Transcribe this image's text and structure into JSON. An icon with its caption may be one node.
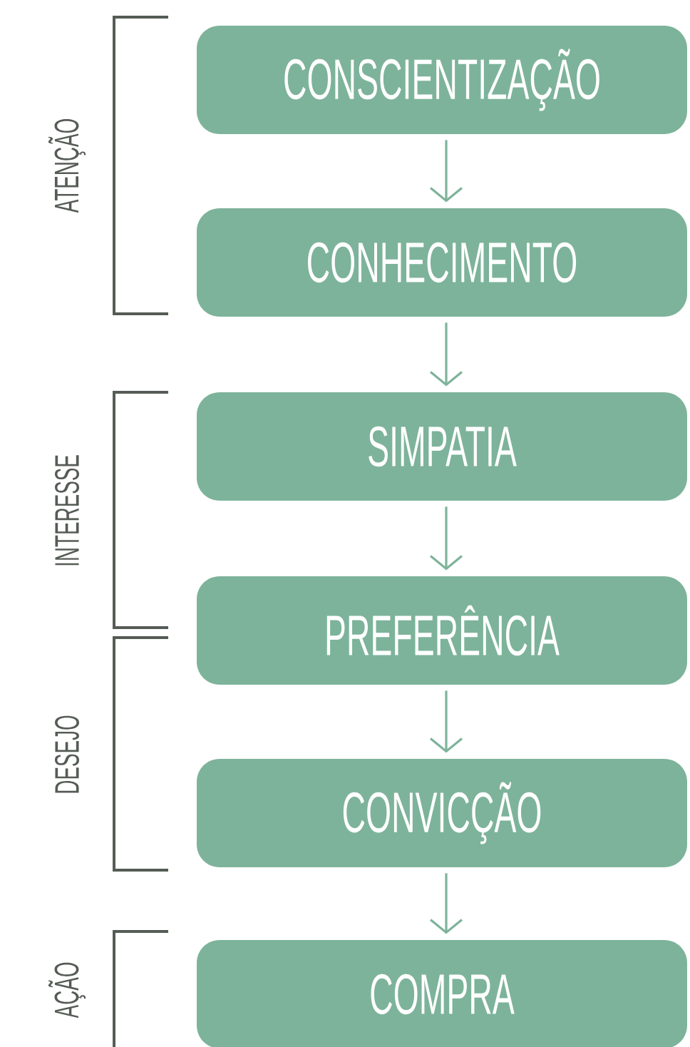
{
  "diagram": {
    "nodes": [
      {
        "text": [
          "CONSCIENTIZAÇÃO"
        ]
      },
      {
        "text": [
          "CONHECIMENTO"
        ]
      },
      {
        "text": [
          "SIMPATIA"
        ]
      },
      {
        "text": [
          "PREFERÊNCIA"
        ]
      },
      {
        "text": [
          "CONVICÇÃO"
        ]
      },
      {
        "text": [
          "COMPRA"
        ]
      }
    ],
    "edges": [
      {
        "from": 0,
        "to": 1,
        "arrow": "to"
      },
      {
        "from": 1,
        "to": 2,
        "arrow": "to"
      },
      {
        "from": 2,
        "to": 3,
        "arrow": "to"
      },
      {
        "from": 3,
        "to": 4,
        "arrow": "to"
      },
      {
        "from": 4,
        "to": 5,
        "arrow": "to"
      }
    ],
    "labels": [
      "ATENÇÃO",
      "INTERESSE",
      "DESEJO",
      "AÇÃO"
    ]
  }
}
